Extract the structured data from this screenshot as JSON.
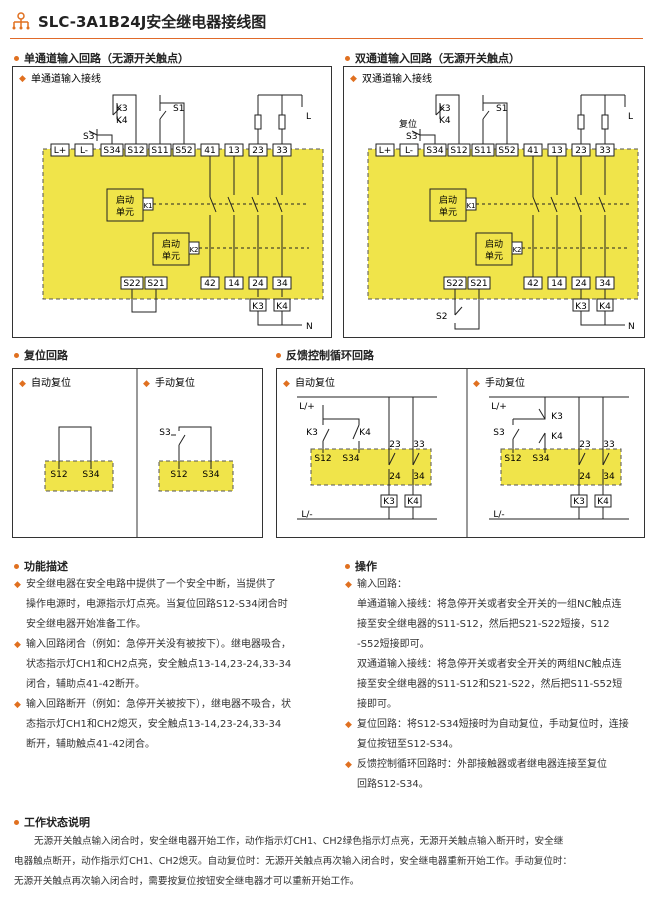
{
  "title": "SLC-3A1B24J安全继电器接线图",
  "colors": {
    "accent": "#e07020",
    "yellow": "#f0e44a",
    "line": "#222222"
  },
  "sections": {
    "single": "单通道输入回路（无源开关触点）",
    "dual": "双通道输入回路（无源开关触点）",
    "reset": "复位回路",
    "feedback": "反馈控制循环回路",
    "func": "功能描述",
    "op": "操作",
    "state": "工作状态说明"
  },
  "panels": {
    "single_title": "单通道输入接线",
    "dual_title": "双通道输入接线",
    "auto_reset": "自动复位",
    "manual_reset": "手动复位",
    "fb_auto": "自动复位",
    "fb_manual": "手动复位"
  },
  "labels": {
    "K3": "K3",
    "K4": "K4",
    "S1": "S1",
    "S2": "S2",
    "S3": "S3",
    "L": "L",
    "N": "N",
    "Lp": "L+",
    "Lm": "L-",
    "S34": "S34",
    "S12": "S12",
    "S11": "S11",
    "S52": "S52",
    "t41": "41",
    "t13": "13",
    "t23": "23",
    "t33": "33",
    "S22": "S22",
    "S21": "S21",
    "t42": "42",
    "t14": "14",
    "t24": "24",
    "t34": "34",
    "unit": "启动",
    "unit2": "单元",
    "K1": "K1",
    "K2": "K2",
    "fuwei": "复位",
    "Lplus": "L/+",
    "Lminus": "L/-"
  },
  "func_text": [
    "安全继电器在安全电路中提供了一个安全中断，当提供了",
    "操作电源时，电源指示灯点亮。当复位回路S12-S34闭合时",
    "安全继电器开始准备工作。",
    "输入回路闭合（例如：急停开关没有被按下）。继电器吸合，",
    "状态指示灯CH1和CH2点亮，安全触点13-14,23-24,33-34",
    "闭合，辅助点41-42断开。",
    "输入回路断开（例如：急停开关被按下），继电器不吸合，状",
    "态指示灯CH1和CH2熄灭，安全触点13-14,23-24,33-34",
    "断开，辅助触点41-42闭合。"
  ],
  "op_text": [
    "输入回路：",
    "单通道输入接线：将急停开关或者安全开关的一组NC触点连",
    "接至安全继电器的S11-S12，然后把S21-S22短接，S12",
    "-S52短接即可。",
    "双通道输入接线：将急停开关或者安全开关的两组NC触点连",
    "接至安全继电器的S11-S12和S21-S22，然后把S11-S52短",
    "接即可。",
    "复位回路：将S12-S34短接时为自动复位，手动复位时，连接",
    "复位按钮至S12-S34。",
    "反馈控制循环回路时：外部接触器或者继电器连接至复位",
    "回路S12-S34。"
  ],
  "state_text": [
    "无源开关触点输入闭合时，安全继电器开始工作，动作指示灯CH1、CH2绿色指示灯点亮，无源开关触点输入断开时，安全继",
    "电器触点断开，动作指示灯CH1、CH2熄灭。自动复位时：无源开关触点再次输入闭合时，安全继电器重新开始工作。手动复位时：",
    "无源开关触点再次输入闭合时，需要按复位按钮安全继电器才可以重新开始工作。"
  ]
}
